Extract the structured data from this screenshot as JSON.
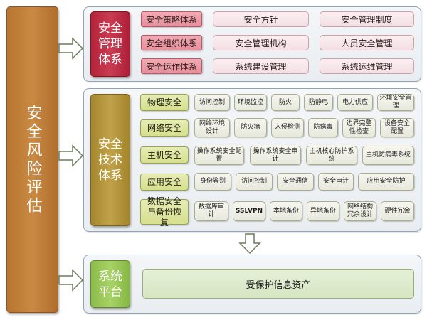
{
  "left_title": "安全风险评估",
  "management": {
    "title": "安全管理体系",
    "rows": [
      {
        "label": "安全策略体系",
        "items": [
          "安全方针",
          "安全管理制度"
        ]
      },
      {
        "label": "安全组织体系",
        "items": [
          "安全管理机构",
          "人员安全管理"
        ]
      },
      {
        "label": "安全运作体系",
        "items": [
          "系统建设管理",
          "系统运维管理"
        ]
      }
    ]
  },
  "technology": {
    "title": "安全技术体系",
    "rows": [
      {
        "label": "物理安全",
        "items": [
          "访问控制",
          "环境监控",
          "防火",
          "防静电",
          "电力供应",
          "环境安全管理"
        ]
      },
      {
        "label": "网络安全",
        "items": [
          "网络环境设计",
          "防火墙",
          "入侵检测",
          "防病毒",
          "边界完整性检查",
          "设备安全配置"
        ]
      },
      {
        "label": "主机安全",
        "items": [
          "操作系统安全配置",
          "操作系统安全审计",
          "主机核心防护系统",
          "主机防病毒系统"
        ]
      },
      {
        "label": "应用安全",
        "items": [
          "身份鉴别",
          "访问控制",
          "安全通信",
          "安全审计",
          "应用安全防护"
        ]
      },
      {
        "label": "数据安全与备份恢复",
        "items": [
          "数据库审计",
          "SSLVPN",
          "本地备份",
          "异地备份",
          "网络结构冗余设计",
          "硬件冗余"
        ]
      }
    ]
  },
  "platform": {
    "title": "系统平台",
    "asset": "受保护信息资产"
  },
  "colors": {
    "left_bar": "#c08040",
    "management_title": "#c0344a",
    "technology_title": "#b49840",
    "platform_title": "#9cc85a",
    "pink_label": "#ec9ca6",
    "tech_label": "#dde39c"
  }
}
